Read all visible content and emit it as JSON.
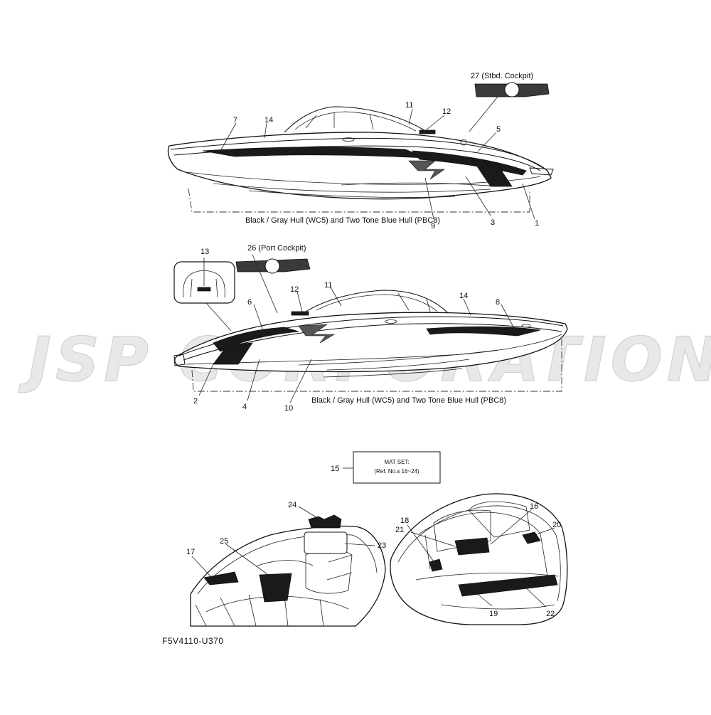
{
  "watermark": {
    "text": "JSP CORPORATION"
  },
  "diagram": {
    "stbd_view": {
      "caption": "Black / Gray Hull (WC5) and Two Tone Blue Hull (PBC8)",
      "callouts": {
        "c27": "27 (Stbd. Cockpit)",
        "c11": "11",
        "c12": "12",
        "c7": "7",
        "c14": "14",
        "c5": "5",
        "c9": "9",
        "c3": "3",
        "c1": "1"
      }
    },
    "port_view": {
      "caption": "Black / Gray Hull (WC5) and Two Tone Blue Hull (PBC8)",
      "callouts": {
        "c13": "13",
        "c26": "26 (Port Cockpit)",
        "c12": "12",
        "c11": "11",
        "c14": "14",
        "c6": "6",
        "c8": "8",
        "c2": "2",
        "c4": "4",
        "c10": "10"
      }
    },
    "mat_set": {
      "ref": "15",
      "line1": "MAT SET:",
      "line2": "(Ref. No.s 16~24)"
    },
    "bow_view": {
      "callouts": {
        "c24": "24",
        "c25": "25",
        "c23": "23",
        "c17": "17"
      }
    },
    "stern_view": {
      "callouts": {
        "c18": "18",
        "c21": "21",
        "c16": "16",
        "c20": "20",
        "c22": "22",
        "c19": "19"
      }
    },
    "part_code": "F5V4110-U370"
  }
}
